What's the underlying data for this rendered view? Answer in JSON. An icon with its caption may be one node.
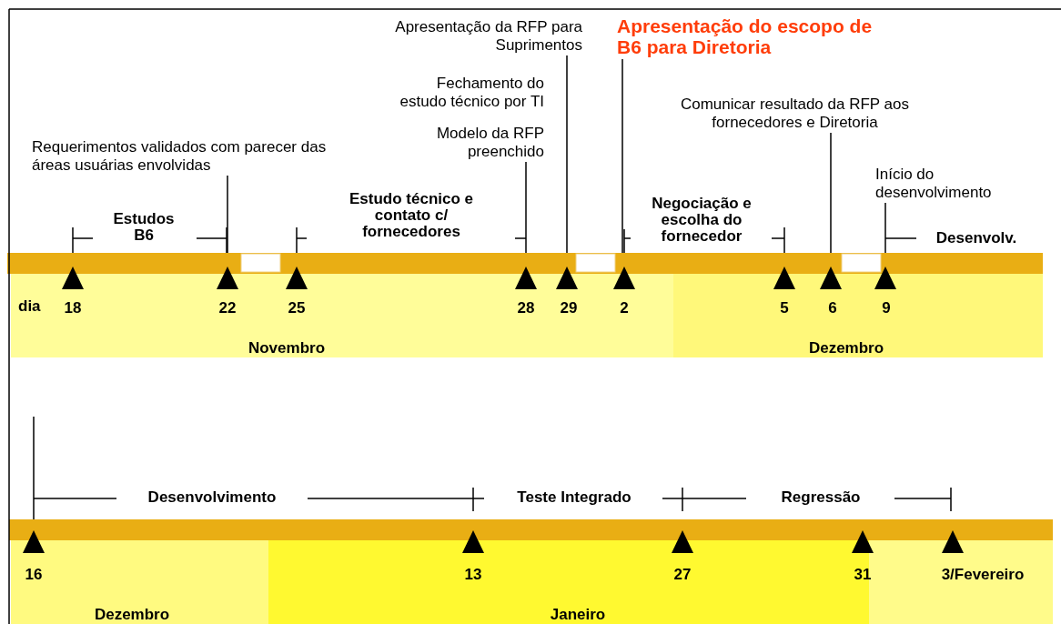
{
  "diagram": {
    "nodes": [
      {
        "text": [
          "Apresentação da RFP para Suprimentos"
        ]
      },
      {
        "text": [
          "Apresentação do escopo de B6 para Diretoria"
        ]
      },
      {
        "text": [
          "Requerimentos validados com parecer das áreas usuárias envolvidas"
        ]
      },
      {
        "text": [
          "Modelo da RFP preenchido"
        ]
      },
      {
        "text": [
          "Comunicar resultado da RFP aos fornecedores e Diretoria"
        ]
      },
      {
        "text": [
          "Início do desenvolvimento"
        ]
      },
      {
        "text": [],
        "shape": "bar"
      },
      {
        "text": [],
        "shape": "bar"
      }
    ],
    "edges": [
      {
        "from": 0,
        "to": 6,
        "arrow": "none"
      },
      {
        "from": 1,
        "to": 6,
        "arrow": "none"
      },
      {
        "from": 2,
        "to": 6,
        "arrow": "none"
      },
      {
        "from": 3,
        "to": 6,
        "arrow": "none"
      },
      {
        "from": 4,
        "to": 6,
        "arrow": "none"
      },
      {
        "from": 5,
        "to": 6,
        "arrow": "none"
      }
    ],
    "labels": [
      "Fechamento do estudo técnico por TI",
      "Estudos B6",
      "Estudo técnico e contato c/ fornecedores",
      "Negociação e escolha do fornecedor",
      "Desenvolv.",
      "dia",
      "18",
      "22",
      "25",
      "28",
      "29",
      "2",
      "5",
      "6",
      "9",
      "Novembro",
      "Dezembro",
      "Desenvolvimento",
      "Teste Integrado",
      "Regressão",
      "16",
      "13",
      "27",
      "31",
      "3/Fevereiro",
      "Dezembro",
      "Janeiro"
    ]
  }
}
